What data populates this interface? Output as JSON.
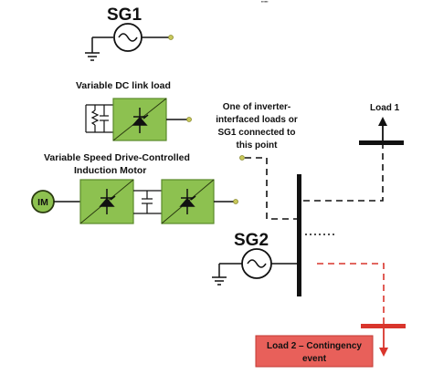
{
  "header": {
    "top_mark": "\"\"\" "
  },
  "sg1": {
    "label": "SG1"
  },
  "sg2": {
    "label": "SG2"
  },
  "dc_load": {
    "label": "Variable DC link load"
  },
  "vsd": {
    "label_line1": "Variable Speed Drive-Controlled",
    "label_line2": "Induction Motor",
    "motor_label": "IM"
  },
  "connection_note": {
    "line1": "One of inverter-",
    "line2": "interfaced loads or",
    "line3": "SG1 connected to",
    "line4": "this point"
  },
  "load1": {
    "label": "Load 1"
  },
  "load2": {
    "line1": "Load 2 – Contingency",
    "line2": "event"
  },
  "colors": {
    "converter_fill": "#8dc150",
    "converter_stroke": "#5a8a2a",
    "contingency": "#d9352c",
    "contingency_box": "#e8605a",
    "dot": "#c8c85a"
  }
}
